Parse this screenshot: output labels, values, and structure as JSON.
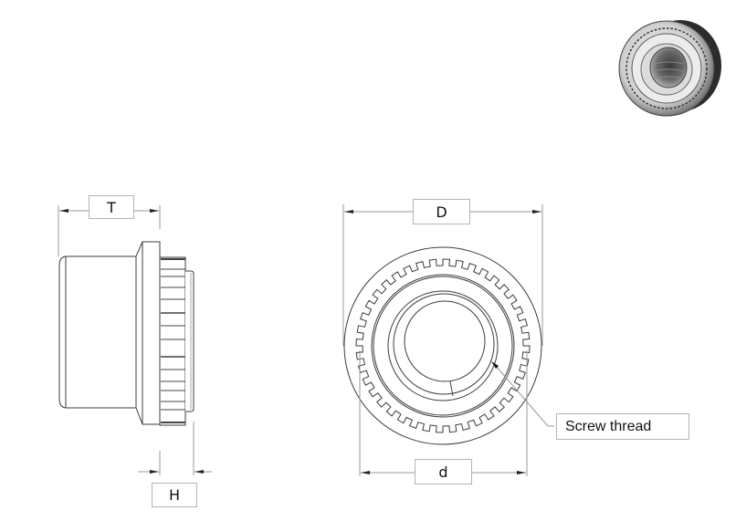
{
  "diagram": {
    "subject": "Self-clinching nut (press-fit threaded insert)",
    "views": {
      "side_view": {
        "name": "side-view"
      },
      "front_view": {
        "name": "front-view"
      },
      "isometric_thumbnail": {
        "name": "isometric-render"
      }
    },
    "dimensions": {
      "T": "T",
      "H": "H",
      "D": "D",
      "d": "d"
    },
    "callouts": {
      "screw_thread": "Screw thread"
    },
    "colors": {
      "outline": "#3c3c3c",
      "dimension_line": "#9a9a9a",
      "label_border": "#b4b4b4",
      "background": "#ffffff"
    }
  }
}
